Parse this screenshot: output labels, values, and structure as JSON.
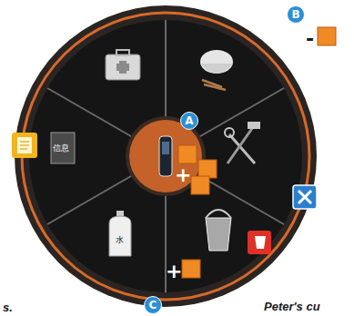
{
  "diagram": {
    "nodes": [
      {
        "text": [
          "A"
        ]
      },
      {
        "text": [
          "B"
        ]
      },
      {
        "text": [
          "C"
        ]
      }
    ],
    "labels": [
      "+",
      "-",
      "+",
      "信息",
      "水",
      "Peter's cu",
      "s."
    ]
  }
}
